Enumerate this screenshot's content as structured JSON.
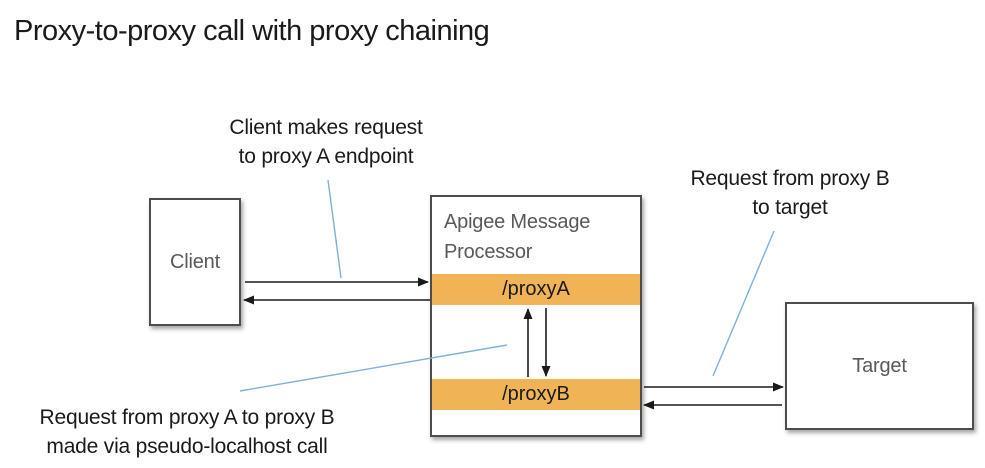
{
  "title": "Proxy-to-proxy call with proxy chaining",
  "annotations": {
    "client_request": "Client makes request\nto proxy A endpoint",
    "proxyb_to_target": "Request from proxy B\nto target",
    "proxya_to_proxyb": "Request from proxy A to proxy B\nmade via pseudo-localhost call"
  },
  "nodes": {
    "client": {
      "label": "Client"
    },
    "apigee": {
      "label": "Apigee Message Processor",
      "proxy_a": "/proxyA",
      "proxy_b": "/proxyB"
    },
    "target": {
      "label": "Target"
    }
  },
  "colors": {
    "proxy_bar_orange": "#F0B457",
    "leader_line_blue": "#7EB0DB",
    "box_border_gray": "#4D4D4D",
    "label_gray": "#595959",
    "text_black": "#1A1A1A"
  }
}
